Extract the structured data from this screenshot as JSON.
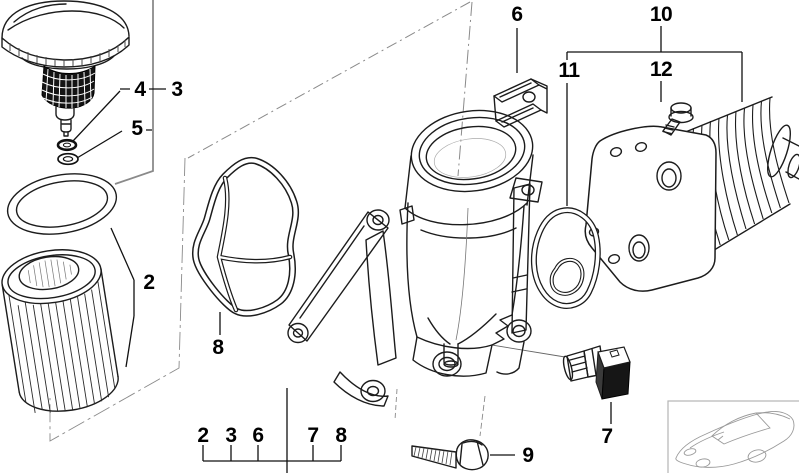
{
  "diagram": {
    "callouts": {
      "c2": "2",
      "c3": "3",
      "c4": "4",
      "c5": "5",
      "c6": "6",
      "c7": "7",
      "c8": "8",
      "c9": "9",
      "c10": "10",
      "c11": "11",
      "c12": "12"
    },
    "bottom_group": [
      "2",
      "3",
      "6",
      "7",
      "8"
    ],
    "colors": {
      "line": "#1c1c1c",
      "guide": "#8a8a8a",
      "cap_band": "#c6c6c6",
      "cage_fill": "#141414"
    }
  }
}
